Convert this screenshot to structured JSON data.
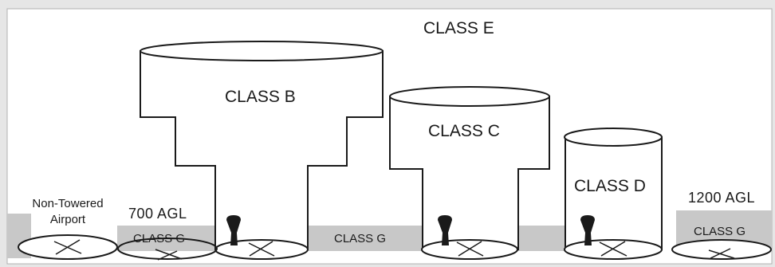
{
  "labels": {
    "class_e": "CLASS E",
    "class_b": "CLASS B",
    "class_c": "CLASS C",
    "class_d": "CLASS D",
    "non_towered_line1": "Non-Towered",
    "non_towered_line2": "Airport",
    "agl_700": "700 AGL",
    "agl_1200": "1200 AGL",
    "class_g_left": "CLASS G",
    "class_g_middle": "CLASS G",
    "class_g_right": "CLASS G"
  },
  "colors": {
    "background": "#e6e6e6",
    "panel": "#ffffff",
    "class_g_band": "#c8c8c8",
    "outline": "#1a1a1a"
  },
  "icons": [
    "control-tower-icon",
    "runway-x-icon"
  ]
}
